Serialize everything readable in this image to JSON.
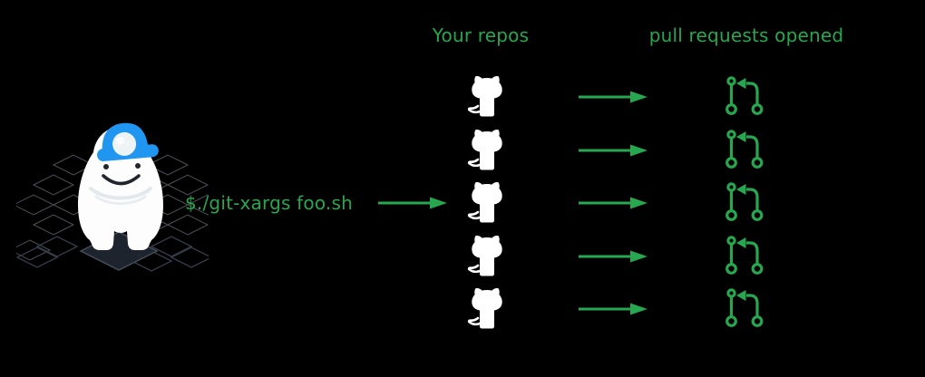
{
  "diagram": {
    "background": "#000000",
    "accent_green": "#27a74f",
    "command": {
      "text": "$./git-xargs foo.sh",
      "arrow_icon": "right-arrow-icon"
    },
    "columns": [
      {
        "title": "Your repos",
        "icon": "github-octocat-icon",
        "icon_color": "#ffffff"
      },
      {
        "title": "pull requests opened",
        "icon": "git-pull-request-icon",
        "icon_color": "#27a74f"
      }
    ],
    "repo_count": 5,
    "flow_arrow_icon": "right-arrow-icon",
    "mascot": {
      "name": "yeti-miner-mascot",
      "helmet_color": "#2196f0",
      "body_color": "#fdfdfd",
      "floor": "isometric-diamond-grid"
    }
  }
}
